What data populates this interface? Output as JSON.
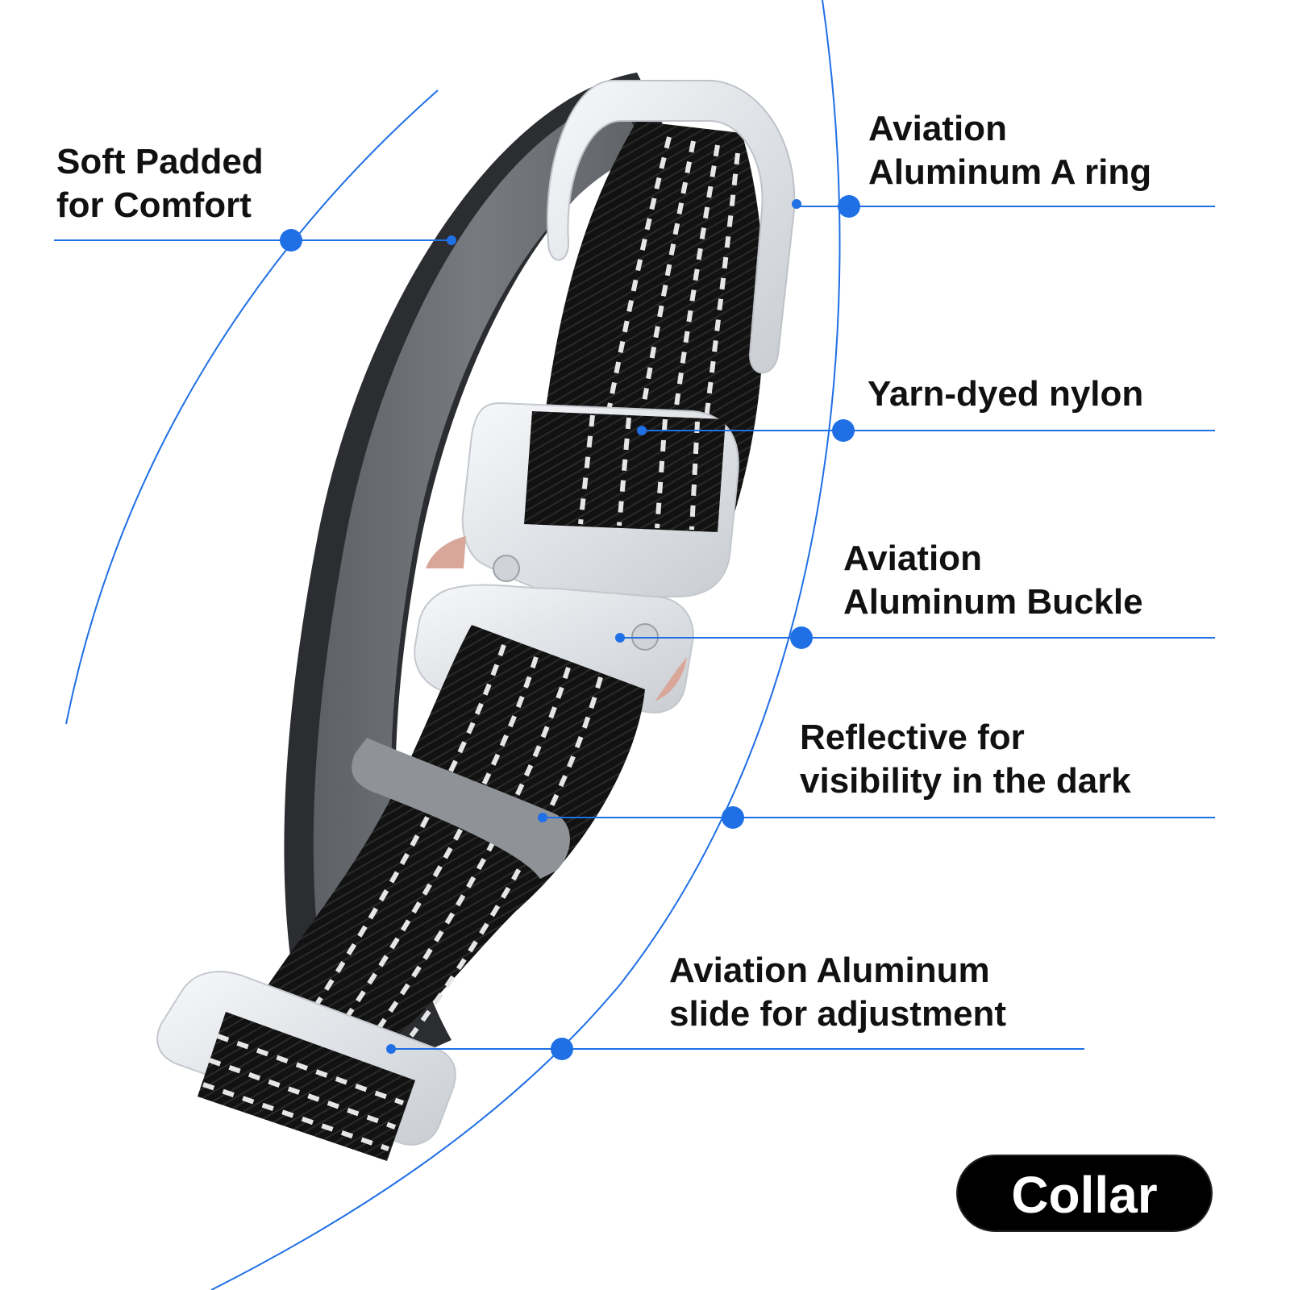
{
  "colors": {
    "accent": "#1f6fe5",
    "padding": "#6e7277",
    "webbing": "#141414",
    "reflective": "#e6e6e6",
    "metal": "#e9ebee",
    "badge_bg": "#000000",
    "badge_text": "#ffffff"
  },
  "callouts": [
    {
      "id": "padded",
      "lines": [
        "Soft Padded",
        "for Comfort"
      ]
    },
    {
      "id": "a-ring",
      "lines": [
        "Aviation",
        "Aluminum A ring"
      ]
    },
    {
      "id": "nylon",
      "lines": [
        "Yarn-dyed nylon"
      ]
    },
    {
      "id": "buckle",
      "lines": [
        "Aviation",
        "Aluminum Buckle"
      ]
    },
    {
      "id": "reflective",
      "lines": [
        "Reflective for",
        "visibility in the dark"
      ]
    },
    {
      "id": "slide",
      "lines": [
        "Aviation Aluminum",
        "slide for adjustment"
      ]
    }
  ],
  "badge": {
    "label": "Collar"
  }
}
